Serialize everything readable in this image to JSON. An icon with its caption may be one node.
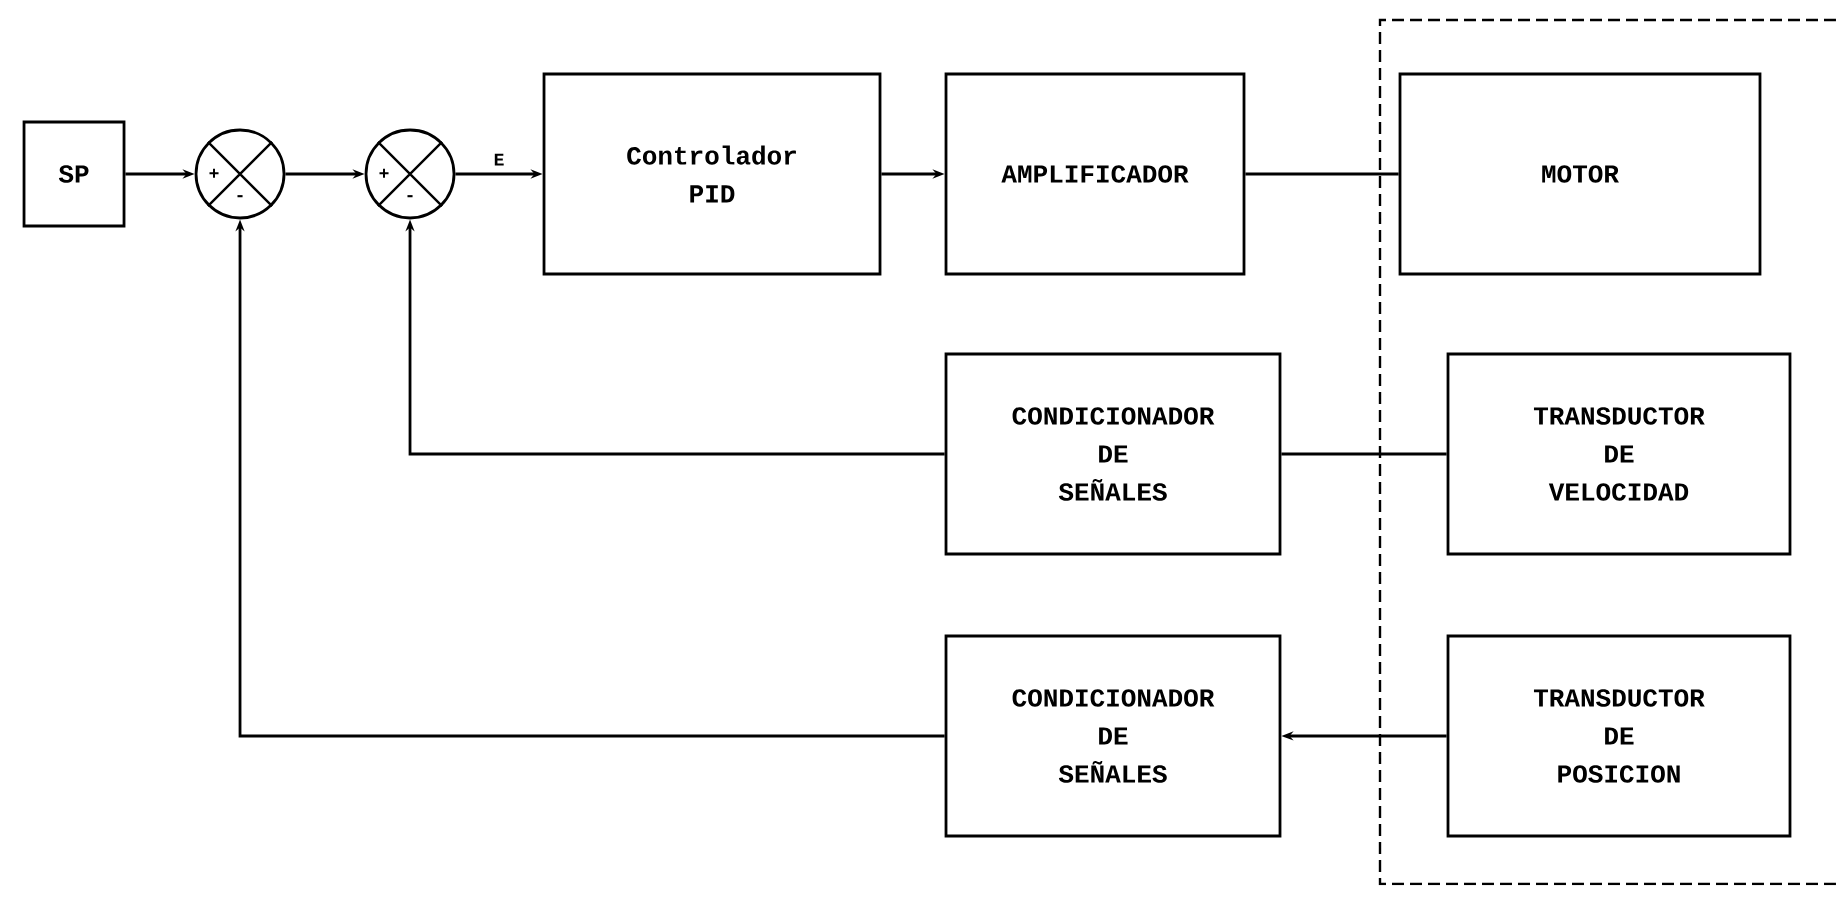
{
  "diagram": {
    "nodes": [
      {
        "text": [
          "SP"
        ]
      },
      {
        "text": [
          "+",
          "-"
        ]
      },
      {
        "text": [
          "+",
          "-"
        ]
      },
      {
        "text": [
          "Controlador PID"
        ]
      },
      {
        "text": [
          "AMPLIFICADOR"
        ]
      },
      {
        "text": [],
        "shape": "box"
      },
      {
        "text": [
          "MOTOR"
        ],
        "in": 5
      },
      {
        "text": [
          "CONDICIONADOR DE SEÑALES"
        ]
      },
      {
        "text": [
          "TRANSDUCTOR DE VELOCIDAD"
        ],
        "in": 5
      },
      {
        "text": [
          "CONDICIONADOR DE SEÑALES"
        ]
      },
      {
        "text": [
          "TRANSDUCTOR DE POSICION"
        ],
        "in": 5
      }
    ],
    "edges": [
      {
        "from": 0,
        "to": 1,
        "arrow": "to"
      },
      {
        "from": 1,
        "to": 2,
        "arrow": "to"
      },
      {
        "from": 2,
        "to": 3,
        "arrow": "to",
        "label": "E"
      },
      {
        "from": 3,
        "to": 4,
        "arrow": "to"
      },
      {
        "from": 4,
        "to": 6,
        "arrow": "none"
      },
      {
        "from": 8,
        "to": 7,
        "arrow": "none"
      },
      {
        "from": 7,
        "to": 2,
        "arrow": "to"
      },
      {
        "from": 10,
        "to": 9,
        "arrow": "to"
      },
      {
        "from": 9,
        "to": 1,
        "arrow": "to"
      }
    ]
  }
}
